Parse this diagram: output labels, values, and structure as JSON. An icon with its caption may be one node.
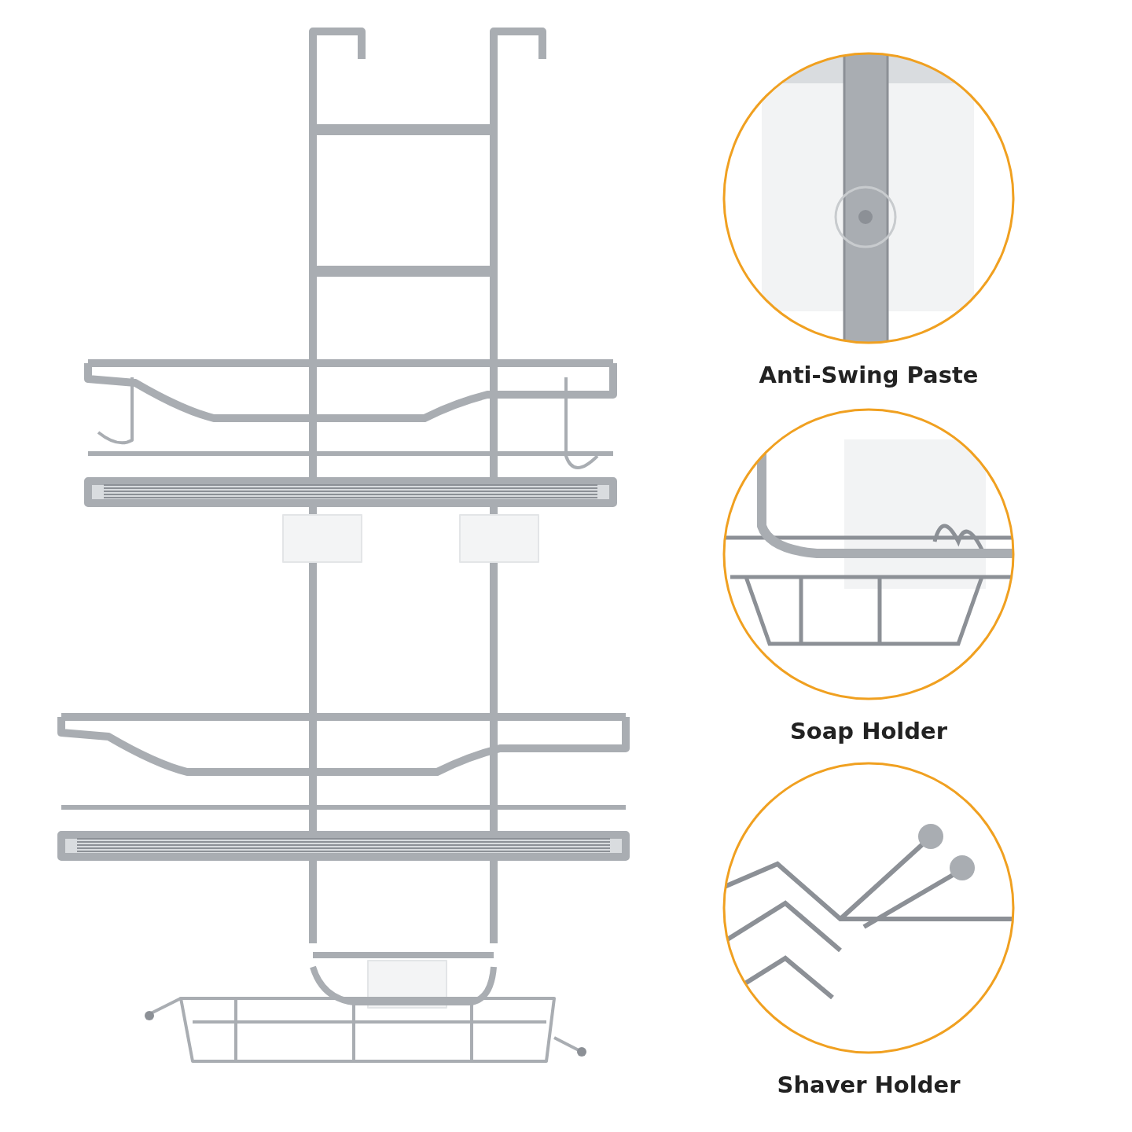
{
  "diagram": {
    "nodes": [
      {
        "text": [
          "Anti-Swing Paste"
        ]
      },
      {
        "text": [
          "Soap Holder"
        ]
      },
      {
        "text": [
          "Shaver Holder"
        ]
      }
    ],
    "edges": []
  }
}
